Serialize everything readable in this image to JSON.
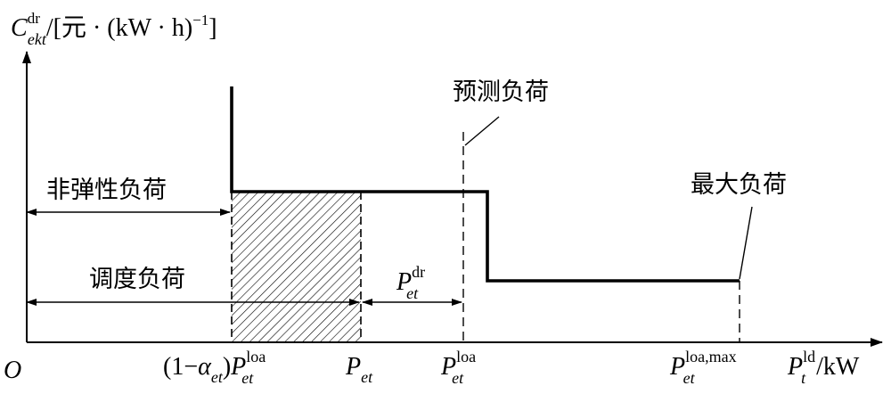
{
  "figure": {
    "y_axis_label": {
      "symbol": "C",
      "sup": "dr",
      "sub": "ekt",
      "unit_prefix": "/[元 · (kW · h)",
      "unit_exp": "−1",
      "unit_suffix": "]"
    },
    "x_axis_label": {
      "symbol": "P",
      "sup": "ld",
      "sub": "t",
      "unit": "/kW"
    },
    "origin": "O",
    "annotations": {
      "inelastic_load": "非弹性负荷",
      "dispatch_load": "调度负荷",
      "forecast_load": "预测负荷",
      "max_load": "最大负荷"
    },
    "ticks": {
      "t1": {
        "prefix": "(1−",
        "alpha": "α",
        "alpha_sub": "et",
        "close": ")",
        "P": "P",
        "sub": "et",
        "sup": "loa"
      },
      "t2": {
        "P": "P",
        "sub": "et"
      },
      "t3": {
        "P": "P",
        "sub": "et",
        "sup": "loa"
      },
      "t4": {
        "P": "P",
        "sub": "et",
        "sup": "loa,max"
      }
    },
    "interval_label": {
      "P": "P",
      "sub": "et",
      "sup": "dr"
    },
    "colors": {
      "ink": "#000000",
      "background": "#ffffff"
    }
  }
}
